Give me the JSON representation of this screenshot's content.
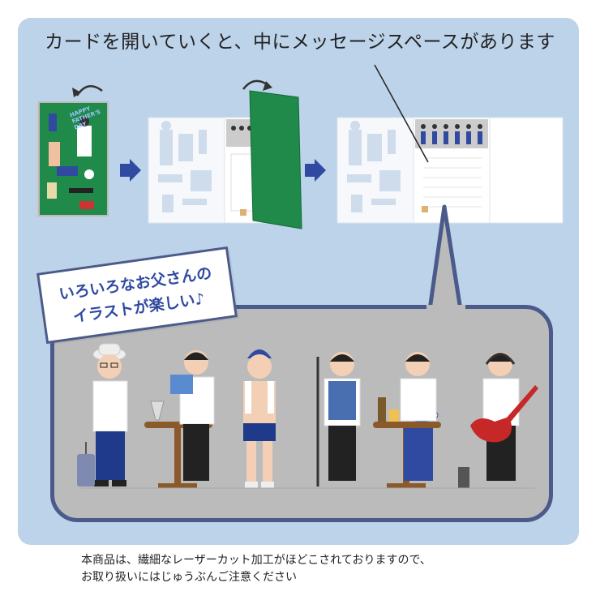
{
  "headline": "カードを開いていくと、中にメッセージスペースがあります",
  "card_front": {
    "title_lines": [
      "HAPPY",
      "FATHER'S",
      "DAY"
    ]
  },
  "tag": {
    "line1": "いろいろなお父さんの",
    "line2": "イラストが楽しい♪"
  },
  "footer": {
    "line1": "本商品は、繊細なレーザーカット加工がほどこされておりますので、",
    "line2": "お取り扱いにはじゅうぶんご注意ください"
  },
  "colors": {
    "panel_bg": "#bcd3ea",
    "bubble_bg": "#bbbbbb",
    "accent_blue": "#2f4aa0",
    "card_green": "#1f8a4a"
  }
}
